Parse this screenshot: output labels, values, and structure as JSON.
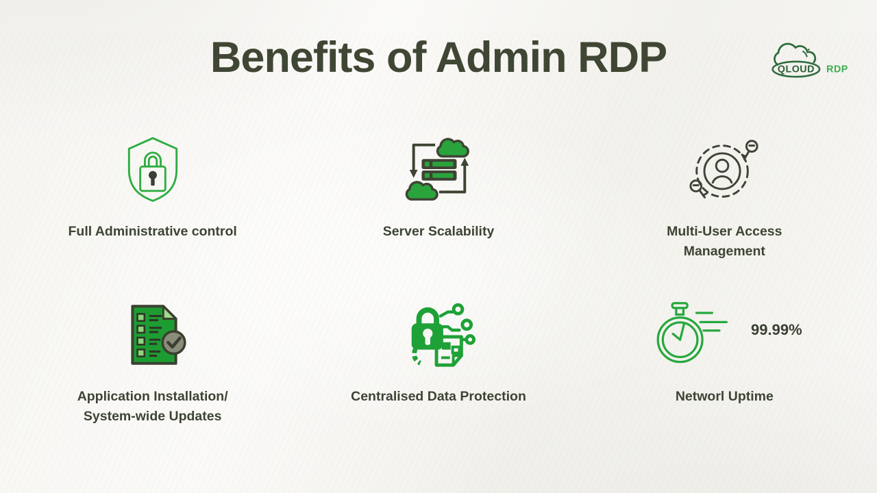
{
  "header": {
    "title": "Benefits of Admin RDP",
    "logo": {
      "word1": "QLOUD",
      "word2": "RDP"
    }
  },
  "colors": {
    "accent_green": "#23a43a",
    "bright_green_stroke": "#2fad42",
    "dark_olive": "#3e4334",
    "title_color": "#3f4634",
    "logo_dark_green": "#2e6b3e",
    "logo_light_green": "#3cae51",
    "background": "#f7f6f2"
  },
  "benefits": [
    {
      "icon": "shield-lock-icon",
      "label": "Full Administrative control"
    },
    {
      "icon": "cloud-server-sync-icon",
      "label": "Server Scalability"
    },
    {
      "icon": "multi-user-access-icon",
      "label": "Multi-User Access\nManagement"
    },
    {
      "icon": "checklist-document-icon",
      "label": "Application Installation/\nSystem-wide Updates"
    },
    {
      "icon": "data-protection-icon",
      "label": "Centralised Data Protection"
    },
    {
      "icon": "stopwatch-icon",
      "label": "Networl Uptime",
      "stat": "99.99%"
    }
  ]
}
